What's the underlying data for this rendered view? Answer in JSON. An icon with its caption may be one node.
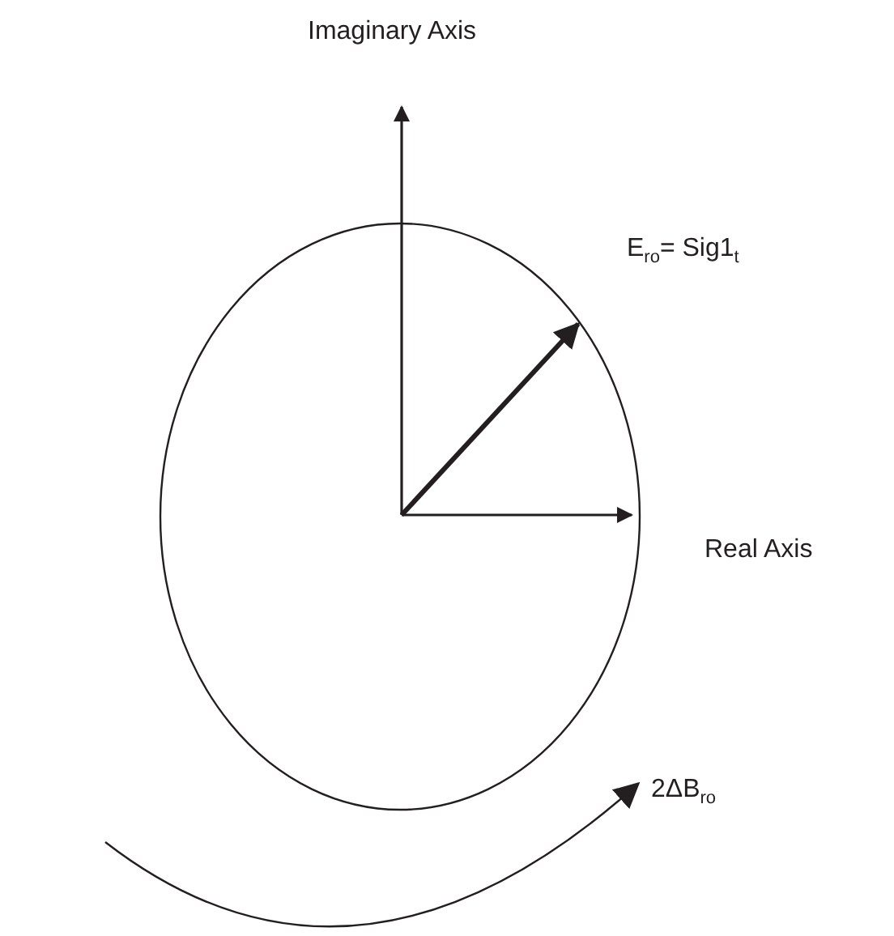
{
  "diagram": {
    "labels": [
      "Imaginary Axis",
      "E$_{ro}$= Sig1$_{t}$",
      "Real Axis",
      "2ΔB$_{ro}$"
    ]
  }
}
